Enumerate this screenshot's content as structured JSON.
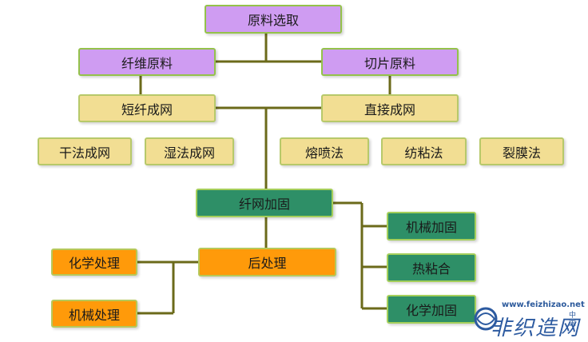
{
  "nodes": {
    "root": "原料选取",
    "fiber_material": "纤维原料",
    "slice_material": "切片原料",
    "short_fiber_web": "短纤成网",
    "direct_web": "直接成网",
    "dry_laid": "干法成网",
    "wet_laid": "湿法成网",
    "meltblown": "熔喷法",
    "spunbond": "纺粘法",
    "film_split": "裂膜法",
    "fiber_bonding": "纤网加固",
    "mechanical_bonding": "机械加固",
    "thermal_bonding": "热粘合",
    "chemical_bonding": "化学加固",
    "post_treatment": "后处理",
    "chemical_treatment": "化学处理",
    "mechanical_treatment": "机械处理"
  },
  "watermark": {
    "url": "www.feizhizao.net",
    "name": "非织造网",
    "side": "中国"
  },
  "colors": {
    "purple": "#cf9cf2",
    "yellow": "#f2de93",
    "green": "#2e8f67",
    "orange": "#ff9a0a",
    "connector": "#6b6a1a"
  }
}
